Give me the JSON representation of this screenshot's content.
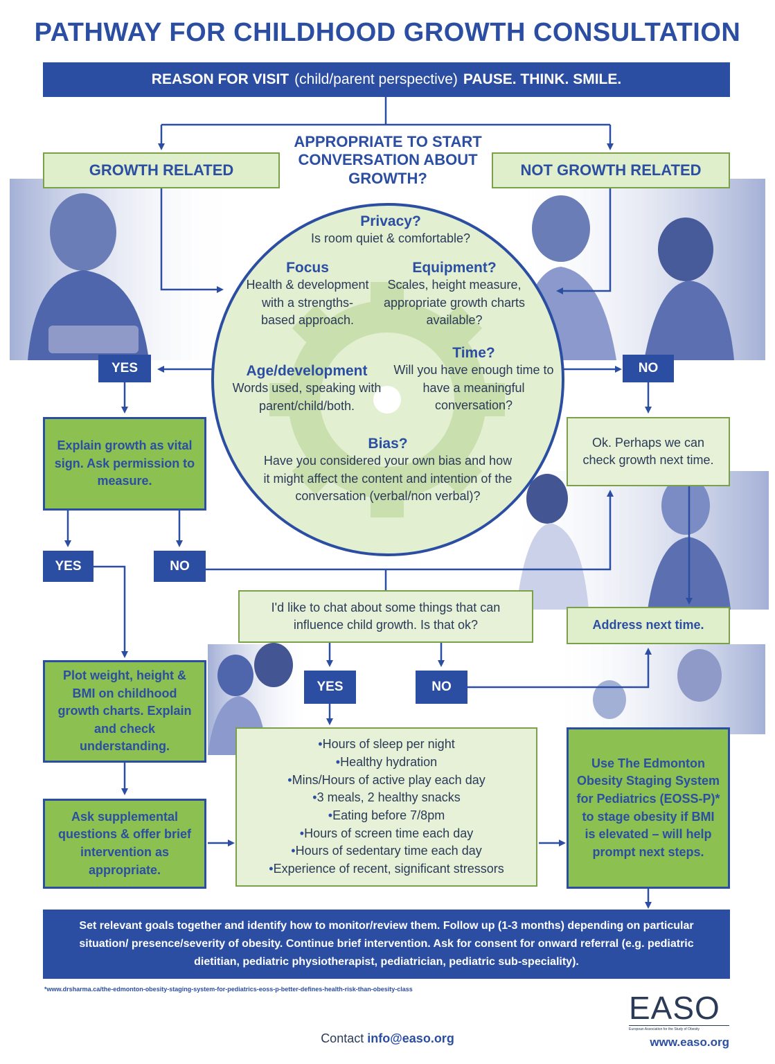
{
  "title": "PATHWAY FOR CHILDHOOD GROWTH CONSULTATION",
  "reason_bar": {
    "bold_left": "REASON FOR VISIT",
    "light": "(child/parent perspective)",
    "bold_right": "PAUSE. THINK. SMILE."
  },
  "growth_related": "GROWTH RELATED",
  "not_growth_related": "NOT GROWTH RELATED",
  "appropriate": "APPROPRIATE TO START CONVERSATION ABOUT GROWTH?",
  "circle": {
    "privacy": {
      "heading": "Privacy?",
      "text": "Is room quiet & comfortable?"
    },
    "focus": {
      "heading": "Focus",
      "text": "Health & development with a strengths-based approach."
    },
    "equipment": {
      "heading": "Equipment?",
      "text": "Scales, height measure, appropriate growth charts available?"
    },
    "time": {
      "heading": "Time?",
      "text": "Will you have enough time to have a meaningful conversation?"
    },
    "age": {
      "heading": "Age/development",
      "text": "Words used, speaking with parent/child/both."
    },
    "bias": {
      "heading": "Bias?",
      "text": "Have you considered your own bias and how it might affect the content and intention of the conversation (verbal/non verbal)?"
    }
  },
  "yes": "YES",
  "no": "NO",
  "explain_box": "Explain growth as vital sign. Ask permission to measure.",
  "ok_box": "Ok. Perhaps we can check growth next time.",
  "chat_box": "I'd like to chat about some things that can influence child growth. Is that ok?",
  "address_box": "Address next time.",
  "plot_box": "Plot weight, height & BMI on childhood growth charts. Explain and check understanding.",
  "ask_box": "Ask supplemental questions & offer brief intervention as appropriate.",
  "topics": [
    "Hours of sleep per night",
    "Healthy hydration",
    "Mins/Hours of active play each day",
    "3 meals, 2 healthy snacks",
    "Eating before 7/8pm",
    "Hours of screen time each day",
    "Hours of sedentary time each day",
    "Experience of recent, significant stressors"
  ],
  "eoss_box": "Use The Edmonton Obesity Staging System for Pediatrics (EOSS-P)* to stage obesity if BMI is elevated – will help prompt next steps.",
  "bottom_bar": "Set relevant goals together and identify how to monitor/review them. Follow up (1-3 months) depending on particular situation/ presence/severity of obesity. Continue brief intervention. Ask for consent for onward referral (e.g. pediatric dietitian, pediatric physiotherapist, pediatrician, pediatric sub-speciality).",
  "footnote": "*www.drsharma.ca/the-edmonton-obesity-staging-system-for-pediatrics-eoss-p-better-defines-health-risk-than-obesity-class",
  "contact": {
    "label": "Contact",
    "email": "info@easo.org"
  },
  "logo": {
    "word": "EASO",
    "sub": "European Association for the Study of Obesity",
    "url": "www.easo.org"
  },
  "colors": {
    "blue": "#2b4ea2",
    "green": "#8cc152",
    "pale_green": "#e2efd1"
  }
}
